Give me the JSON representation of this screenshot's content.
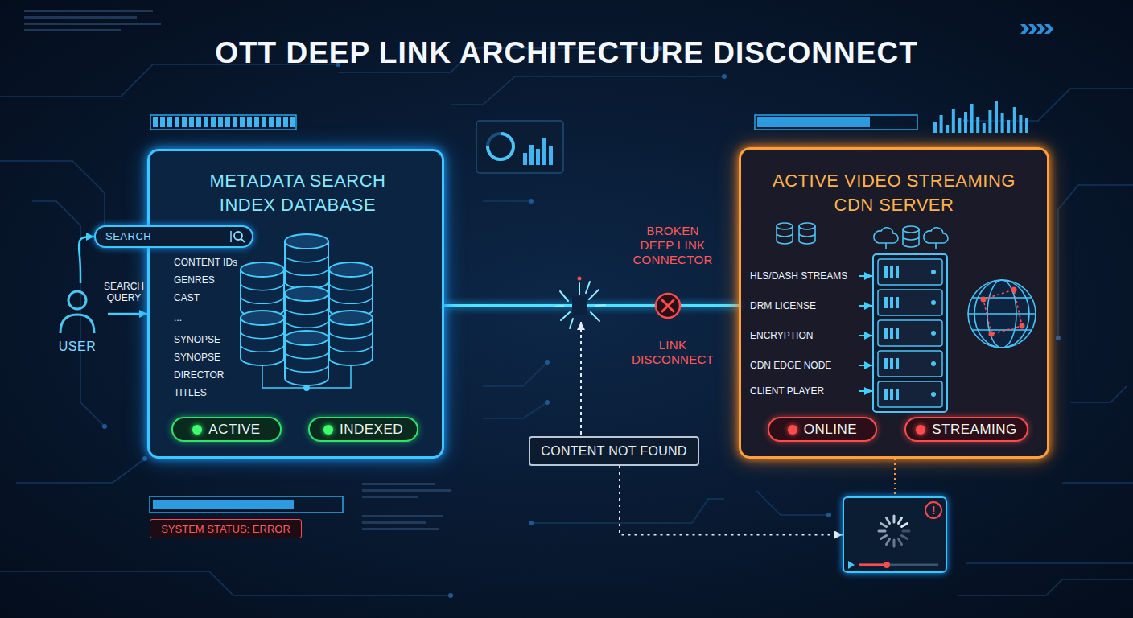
{
  "diagram": {
    "title": "OTT DEEP LINK ARCHITECTURE DISCONNECT",
    "nodes": [
      {
        "text": [
          "METADATA SEARCH INDEX DATABASE",
          "CONTENT IDs",
          "GENRES",
          "CAST",
          "...",
          "SYNOPSE",
          "SYNOPSE",
          "DIRECTOR",
          "TITLES"
        ]
      },
      {
        "text": [
          "SEARCH"
        ],
        "in": 0
      },
      {
        "text": [
          "ACTIVE"
        ],
        "in": 0
      },
      {
        "text": [
          "INDEXED"
        ],
        "in": 0
      },
      {
        "text": [
          "USER"
        ]
      },
      {
        "text": [
          "ACTIVE VIDEO STREAMING CDN SERVER",
          "HLS/DASH STREAMS",
          "DRM LICENSE",
          "ENCRYPTION",
          "CDN EDGE NODE",
          "CLIENT PLAYER"
        ]
      },
      {
        "text": [
          "ONLINE"
        ],
        "in": 5
      },
      {
        "text": [
          "STREAMING"
        ],
        "in": 5
      },
      {
        "text": [
          "CONTENT NOT FOUND"
        ]
      },
      {
        "text": [
          "!"
        ]
      },
      {
        "text": [
          "SYSTEM STATUS: ERROR"
        ]
      }
    ],
    "edges": [
      {
        "from": 4,
        "to": 1,
        "arrow": "to"
      },
      {
        "from": 4,
        "to": 0,
        "arrow": "to",
        "label": "SEARCH QUERY"
      },
      {
        "from": 0,
        "to": 5,
        "arrow": "none"
      },
      {
        "from": 8,
        "to": 9,
        "arrow": "to"
      },
      {
        "from": 5,
        "to": 9,
        "arrow": "none"
      }
    ],
    "labels": [
      "BROKEN DEEP LINK CONNECTOR",
      "LINK DISCONNECT"
    ]
  }
}
